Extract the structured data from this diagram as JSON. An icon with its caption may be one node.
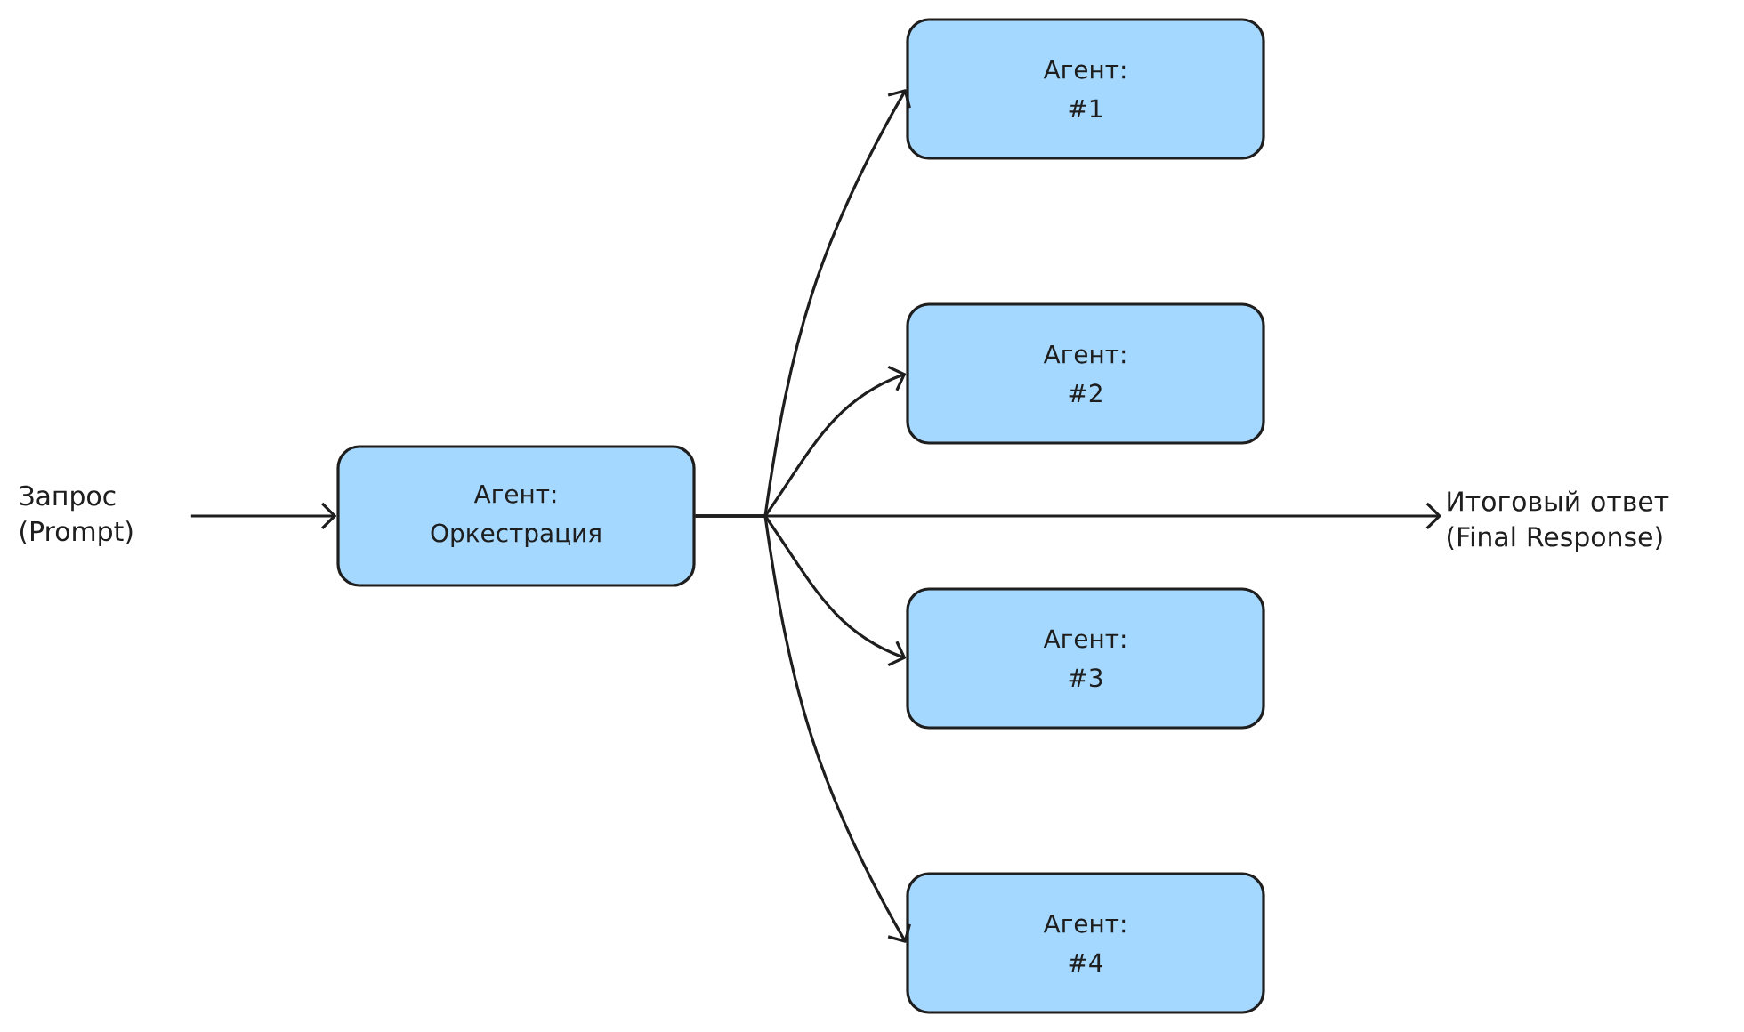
{
  "diagram": {
    "nodes": [
      {
        "text": [
          "Запрос (Prompt)"
        ]
      },
      {
        "text": [
          "Агент:",
          "Оркестрация"
        ]
      },
      {
        "text": [
          "Агент:",
          "#1"
        ]
      },
      {
        "text": [
          "Агент:",
          "#2"
        ]
      },
      {
        "text": [
          "Агент:",
          "#3"
        ]
      },
      {
        "text": [
          "Агент:",
          "#4"
        ]
      },
      {
        "text": [
          "Итоговый ответ (Final Response)"
        ]
      }
    ],
    "edges": [
      {
        "from": 0,
        "to": 1,
        "arrow": "to"
      },
      {
        "from": 1,
        "to": 2,
        "arrow": "to"
      },
      {
        "from": 1,
        "to": 3,
        "arrow": "to"
      },
      {
        "from": 1,
        "to": 4,
        "arrow": "to"
      },
      {
        "from": 1,
        "to": 5,
        "arrow": "to"
      },
      {
        "from": 1,
        "to": 6,
        "arrow": "to"
      }
    ]
  }
}
